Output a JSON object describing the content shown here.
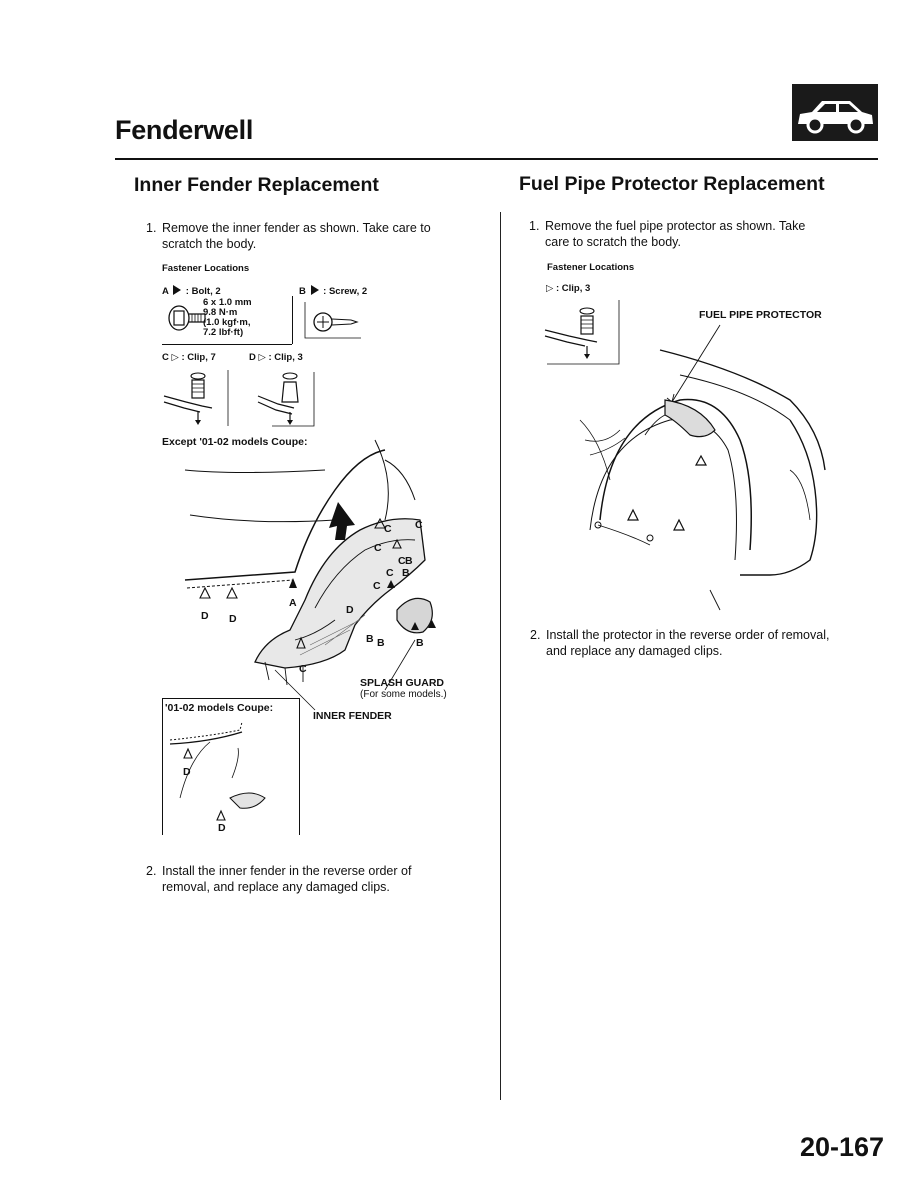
{
  "page": {
    "section_title": "Fenderwell",
    "page_number": "20-167",
    "section_icon": "car-icon"
  },
  "left": {
    "title": "Inner Fender Replacement",
    "step1_num": "1.",
    "step1_line1": "Remove the inner fender as shown. Take care to",
    "step1_line2": "scratch the body.",
    "fastener_heading": "Fastener Locations",
    "fastener_a": ": Bolt, 2",
    "fastener_a_prefix": "A",
    "fastener_b": ": Screw, 2",
    "fastener_b_prefix": "B",
    "torque_1": "6 x 1.0 mm",
    "torque_2": "9.8 N·m",
    "torque_3": "(1.0 kgf·m,",
    "torque_4": "7.2 lbf·ft)",
    "fastener_c_prefix": "C",
    "fastener_c": ": Clip, 7",
    "fastener_d_prefix": "D",
    "fastener_d": ": Clip, 3",
    "except_label": "Except '01-02 models Coupe:",
    "coupe_label": "'01-02 models Coupe:",
    "splash_guard": "SPLASH GUARD",
    "splash_note": "(For some models.)",
    "inner_fender": "INNER FENDER",
    "callouts": {
      "a": "A",
      "b": "B",
      "c": "C",
      "d": "D"
    },
    "step2_num": "2.",
    "step2_line1": "Install the inner fender in the reverse order of",
    "step2_line2": "removal, and replace any damaged clips."
  },
  "right": {
    "title": "Fuel Pipe Protector Replacement",
    "step1_num": "1.",
    "step1_line1": "Remove the fuel pipe protector as shown. Take",
    "step1_line2": "care to scratch the body.",
    "fastener_heading": "Fastener Locations",
    "fastener_clip": ": Clip, 3",
    "protector_label": "FUEL PIPE PROTECTOR",
    "step2_num": "2.",
    "step2_line1": "Install the protector in the reverse order of removal,",
    "step2_line2": "and replace any damaged clips."
  }
}
